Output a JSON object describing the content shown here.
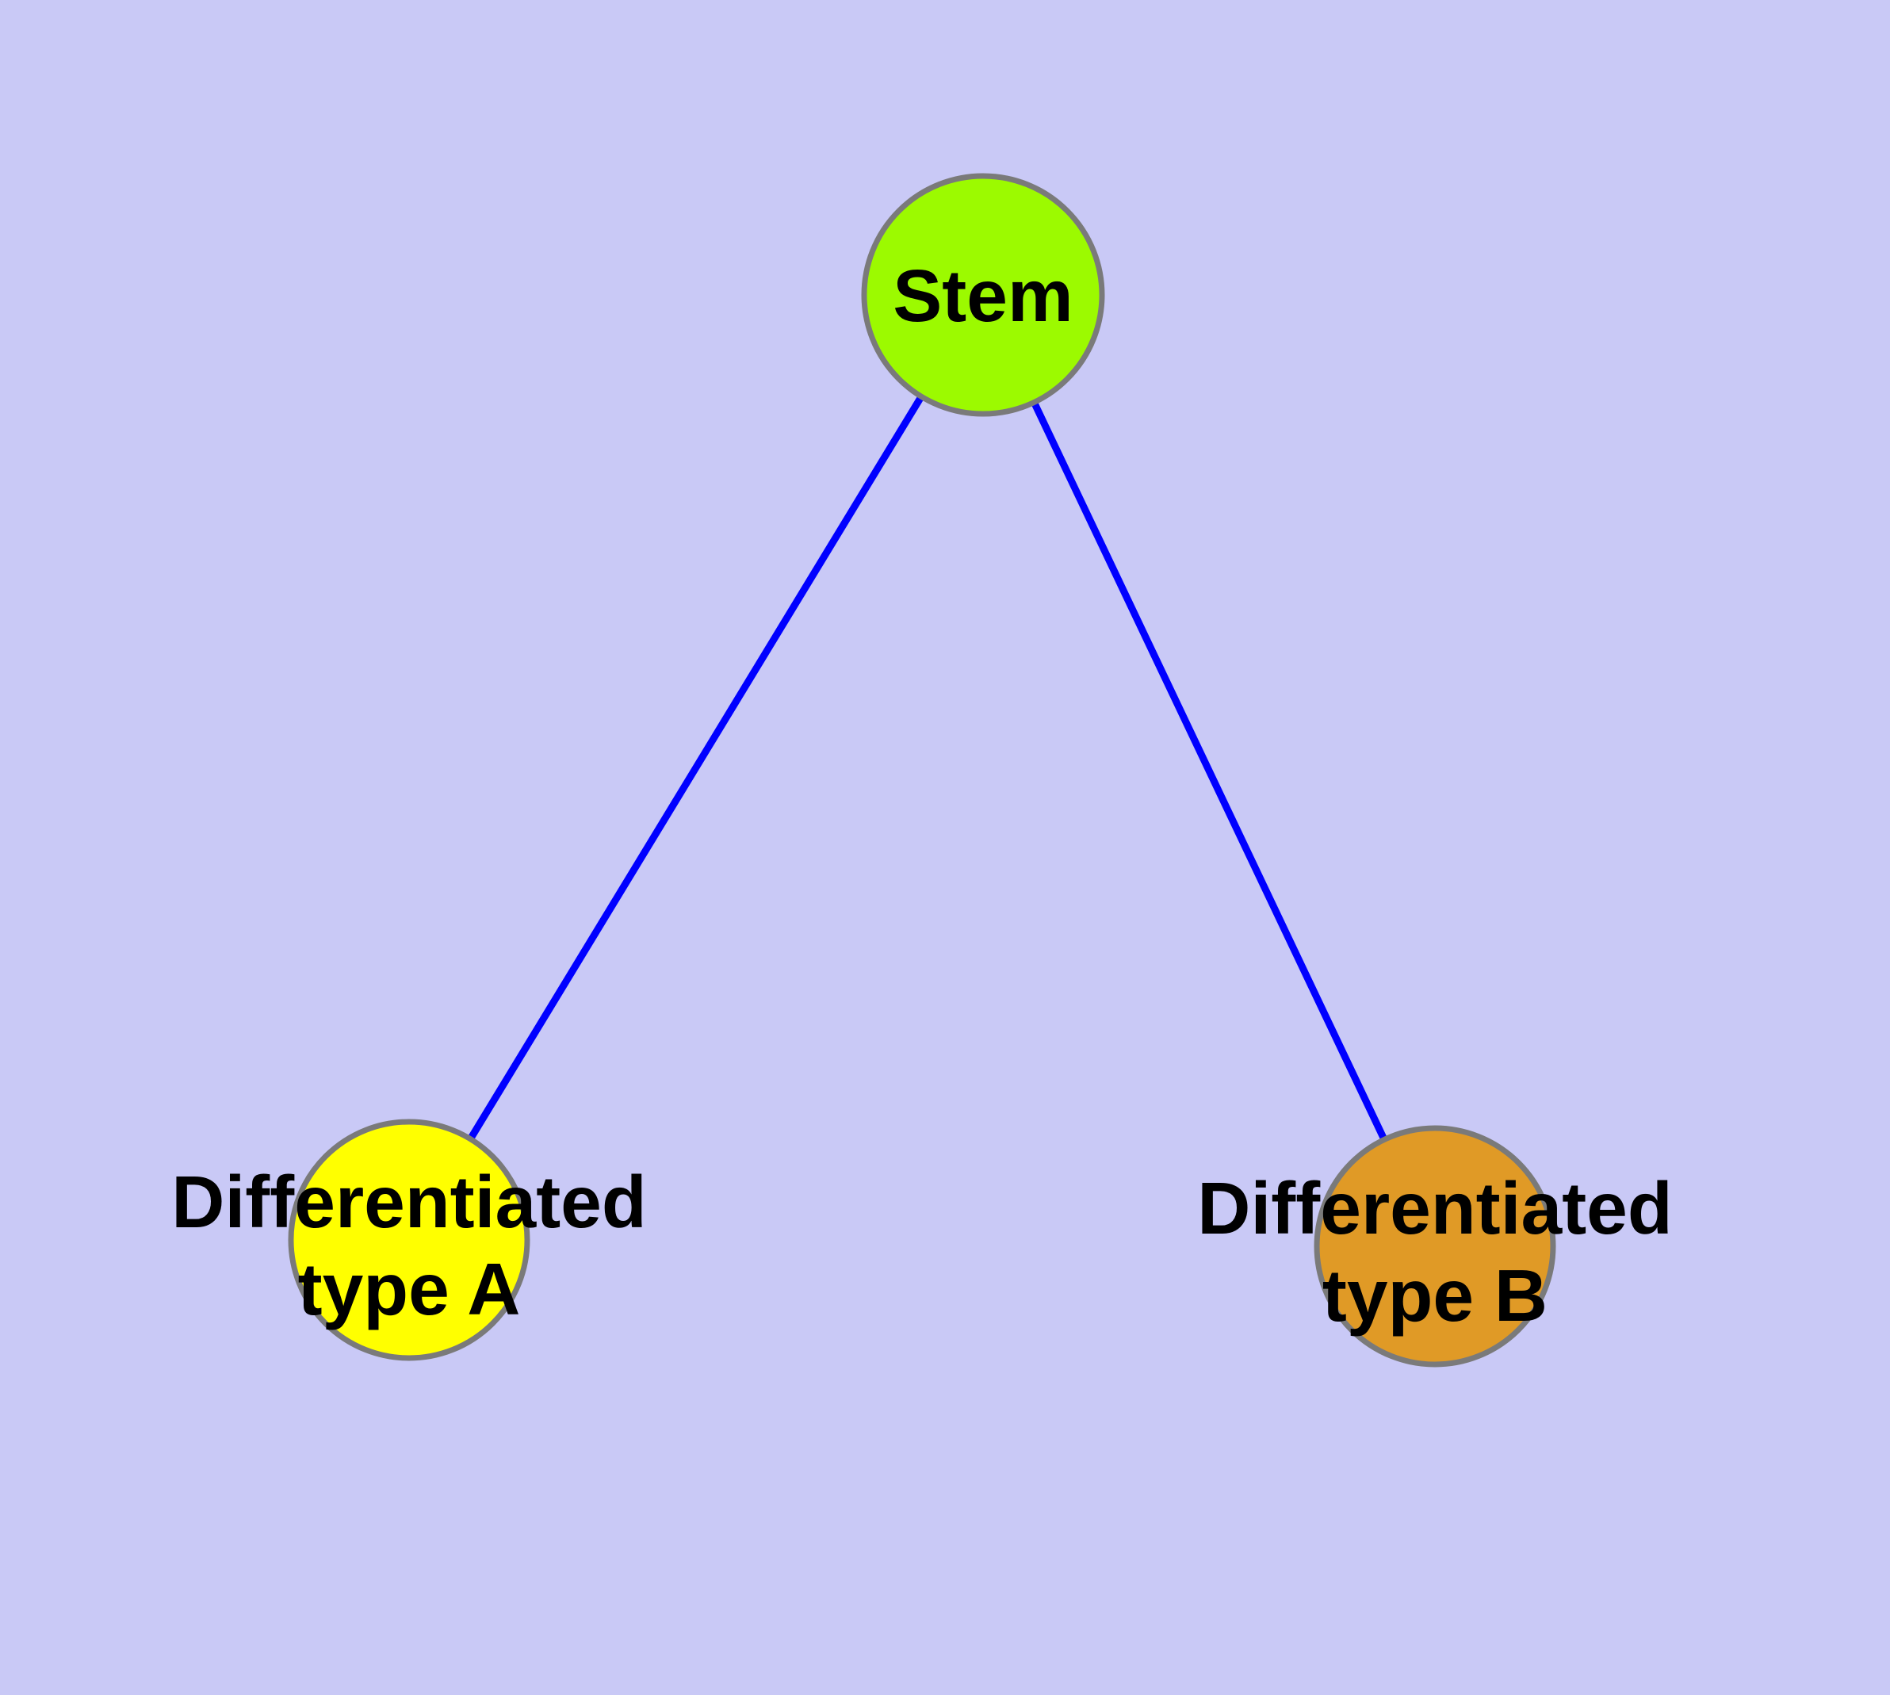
{
  "diagram": {
    "background_color": "#C9C9F6",
    "edge_color": "#0000FF",
    "node_border_color": "#7A7A7A",
    "label_color": "#000000",
    "nodes": [
      {
        "id": "stem",
        "label": "Stem",
        "fill": "#9CFA00"
      },
      {
        "id": "differentiated-type-a",
        "label": "Differentiated type A",
        "label_lines": [
          "Differentiated",
          "type A"
        ],
        "fill": "#FFFF00"
      },
      {
        "id": "differentiated-type-b",
        "label": "Differentiated type B",
        "label_lines": [
          "Differentiated",
          "type B"
        ],
        "fill": "#E09A26"
      }
    ],
    "edges": [
      {
        "from": "stem",
        "to": "differentiated-type-a"
      },
      {
        "from": "stem",
        "to": "differentiated-type-b"
      }
    ]
  }
}
